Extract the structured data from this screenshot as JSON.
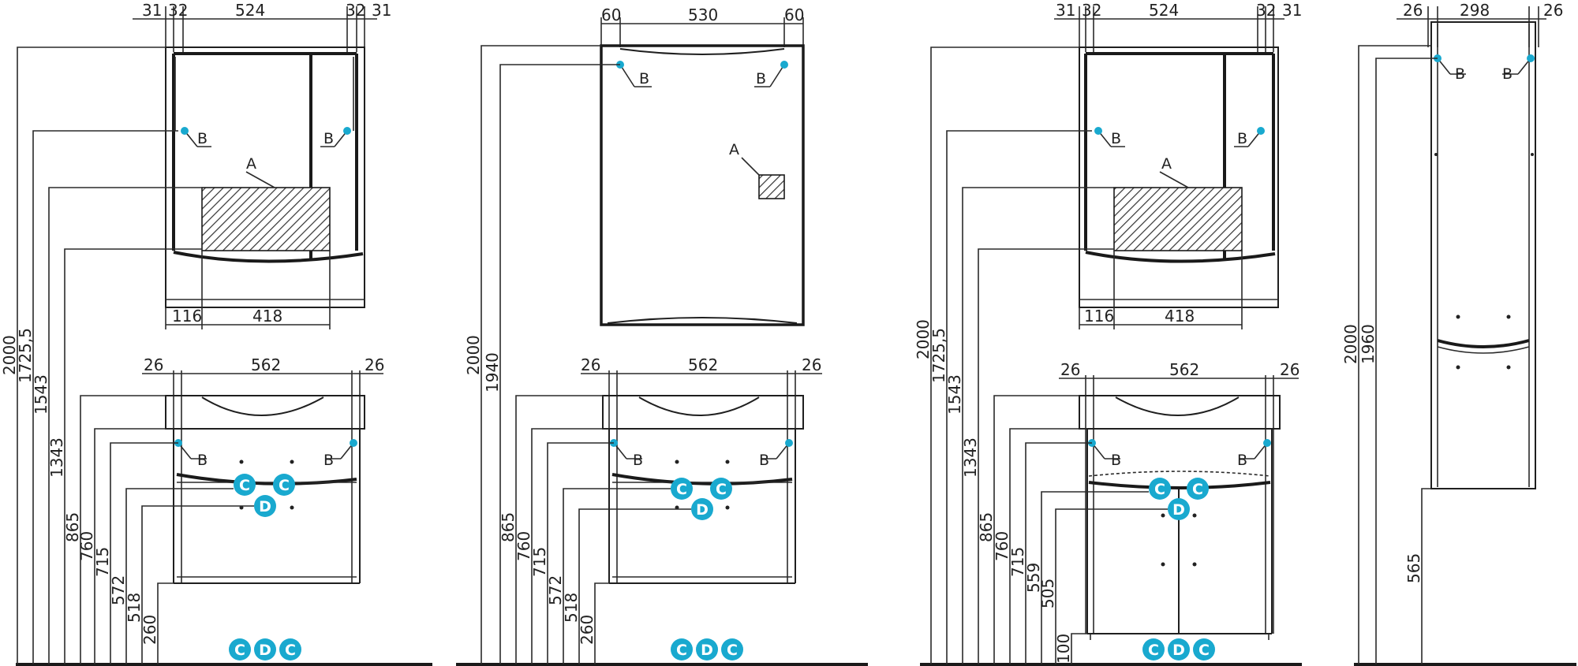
{
  "colors": {
    "line": "#1f1f1f",
    "accent": "#19a9cf",
    "background": "#ffffff"
  },
  "labels": {
    "a": "A",
    "b": "B",
    "c": "C",
    "d": "D"
  },
  "panel1": {
    "top_widths": [
      "31",
      "32",
      "524",
      "32",
      "31"
    ],
    "bottom_widths": [
      "116",
      "418"
    ],
    "vanity_widths": [
      "26",
      "562",
      "26"
    ],
    "heights": [
      "2000",
      "1725,5",
      "1543",
      "1343",
      "865",
      "760",
      "715",
      "572",
      "518",
      "260"
    ]
  },
  "panel2": {
    "top_widths": [
      "60",
      "530",
      "60"
    ],
    "vanity_widths": [
      "26",
      "562",
      "26"
    ],
    "heights": [
      "2000",
      "1940",
      "865",
      "760",
      "715",
      "572",
      "518",
      "260"
    ]
  },
  "panel3": {
    "top_widths": [
      "31",
      "32",
      "524",
      "32",
      "31"
    ],
    "bottom_widths": [
      "116",
      "418"
    ],
    "vanity_widths": [
      "26",
      "562",
      "26"
    ],
    "heights": [
      "2000",
      "1725,5",
      "1543",
      "1343",
      "865",
      "760",
      "715",
      "559",
      "505",
      "100"
    ]
  },
  "panel4": {
    "top_widths": [
      "26",
      "298",
      "26"
    ],
    "heights": [
      "2000",
      "1960",
      "565"
    ]
  }
}
